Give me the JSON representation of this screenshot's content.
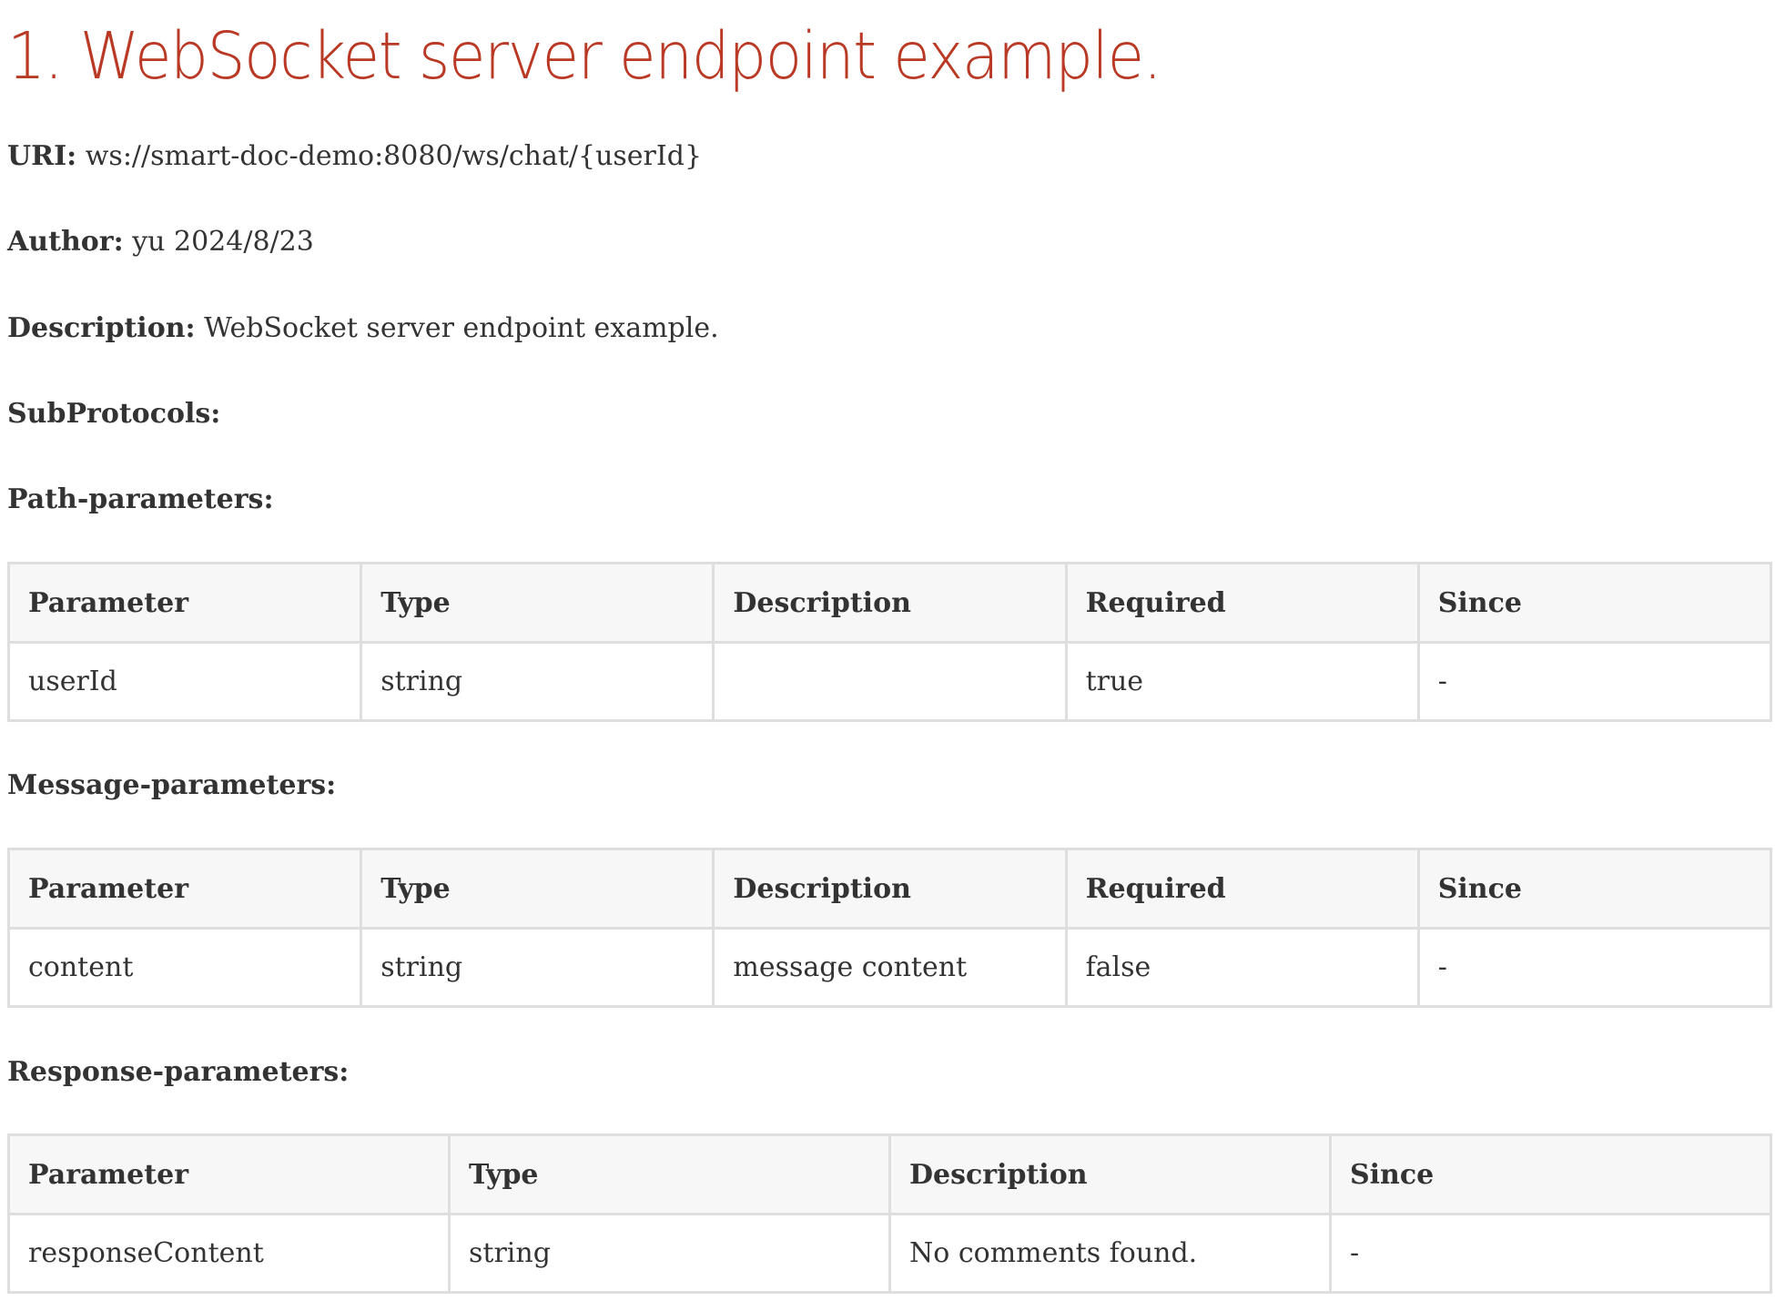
{
  "heading": {
    "title": "1. WebSocket server endpoint example.",
    "color": "#ba3925"
  },
  "meta": {
    "uri_label": "URI:",
    "uri_value": "ws://smart-doc-demo:8080/ws/chat/{userId}",
    "author_label": "Author:",
    "author_value": "yu 2024/8/23",
    "description_label": "Description:",
    "description_value": "WebSocket server endpoint example.",
    "subprotocols_label": "SubProtocols:"
  },
  "path_parameters": {
    "label": "Path-parameters:",
    "headers": [
      "Parameter",
      "Type",
      "Description",
      "Required",
      "Since"
    ],
    "rows": [
      [
        "userId",
        "string",
        "",
        "true",
        "-"
      ]
    ]
  },
  "message_parameters": {
    "label": "Message-parameters:",
    "headers": [
      "Parameter",
      "Type",
      "Description",
      "Required",
      "Since"
    ],
    "rows": [
      [
        "content",
        "string",
        "message content",
        "false",
        "-"
      ]
    ]
  },
  "response_parameters": {
    "label": "Response-parameters:",
    "headers": [
      "Parameter",
      "Type",
      "Description",
      "Since"
    ],
    "rows": [
      [
        "responseContent",
        "string",
        "No comments found.",
        "-"
      ]
    ]
  },
  "colors": {
    "text": "#333333",
    "table_border": "#dedede",
    "table_header_bg": "#f7f7f8"
  }
}
